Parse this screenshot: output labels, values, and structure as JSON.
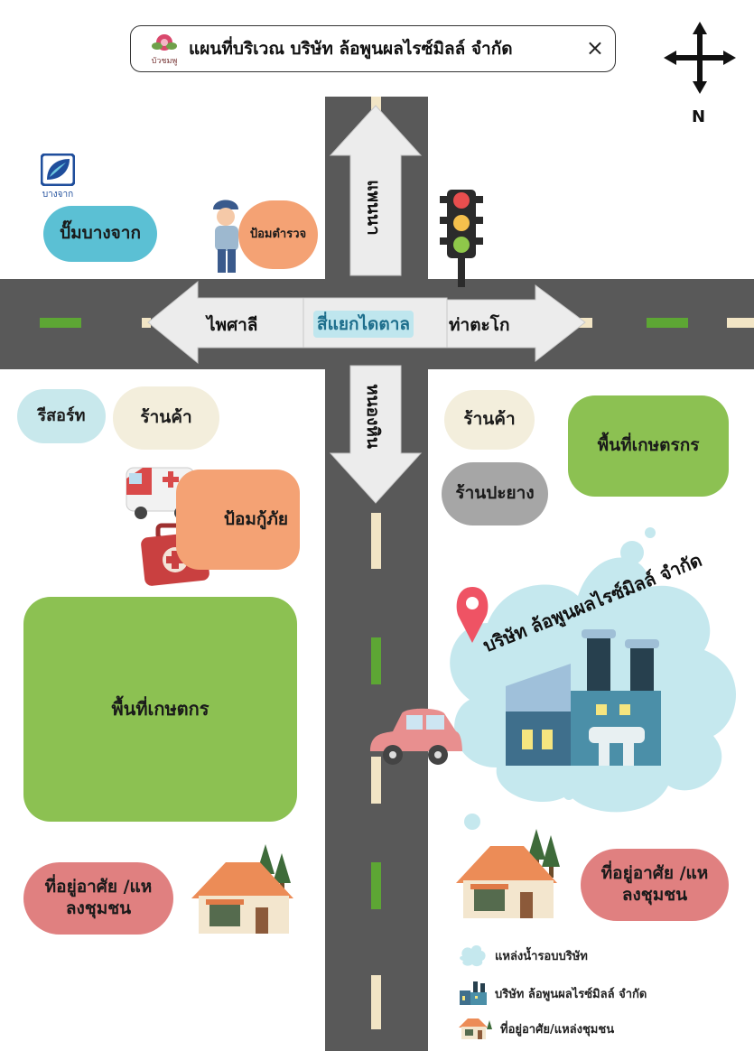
{
  "title": {
    "logo_text": "บัวชมพู",
    "text": "แผนที่บริเวณ บริษัท ล้อพูนผลไรซ์มิลล์ จำกัด",
    "close_glyph": "×"
  },
  "compass": {
    "label": "N"
  },
  "bangchak": {
    "text": "บางจาก"
  },
  "roads": {
    "north": "แพนนา",
    "south": "หนองหิน",
    "west": "ไพศาลี",
    "east": "ท่าตะโก",
    "junction": "สี่แยกไดตาล"
  },
  "places": {
    "gas_station": "ปั๊มบางจาก",
    "police": "ป้อมตำรวจ",
    "resort": "รีสอร์ท",
    "shop_left": "ร้านค้า",
    "rescue": "ป้อมกู้ภัย",
    "farm_left": "พื้นที่เกษตกร",
    "residence_left": "ที่อยู่อาศัย /แหลงชุมชน",
    "shop_right": "ร้านค้า",
    "tire_shop": "ร้านปะยาง",
    "farm_right": "พื้นที่เกษตรกร",
    "company": "บริษัท ล้อพูนผลไรซ์มิลล์ จำกัด",
    "residence_right": "ที่อยู่อาศัย /แหลงชุมชน"
  },
  "legend": [
    {
      "icon": "water-splash-icon",
      "label": "แหล่งน้ำรอบบริษัท"
    },
    {
      "icon": "factory-icon",
      "label": "บริษัท ล้อพูนผลไรซ์มิลล์ จำกัด"
    },
    {
      "icon": "house-icon",
      "label": "ที่อยู่อาศัย/แหล่งชุมชน"
    }
  ],
  "colors": {
    "road": "#595959",
    "gas_station": "#5BC0D4",
    "police": "#F4A274",
    "resort": "#C8E8EC",
    "shop": "#F3EEDC",
    "rescue": "#F4A274",
    "farm": "#8CC152",
    "residence": "#E08080",
    "tire_shop": "#A6A6A6",
    "water": "#C5E8EE"
  }
}
